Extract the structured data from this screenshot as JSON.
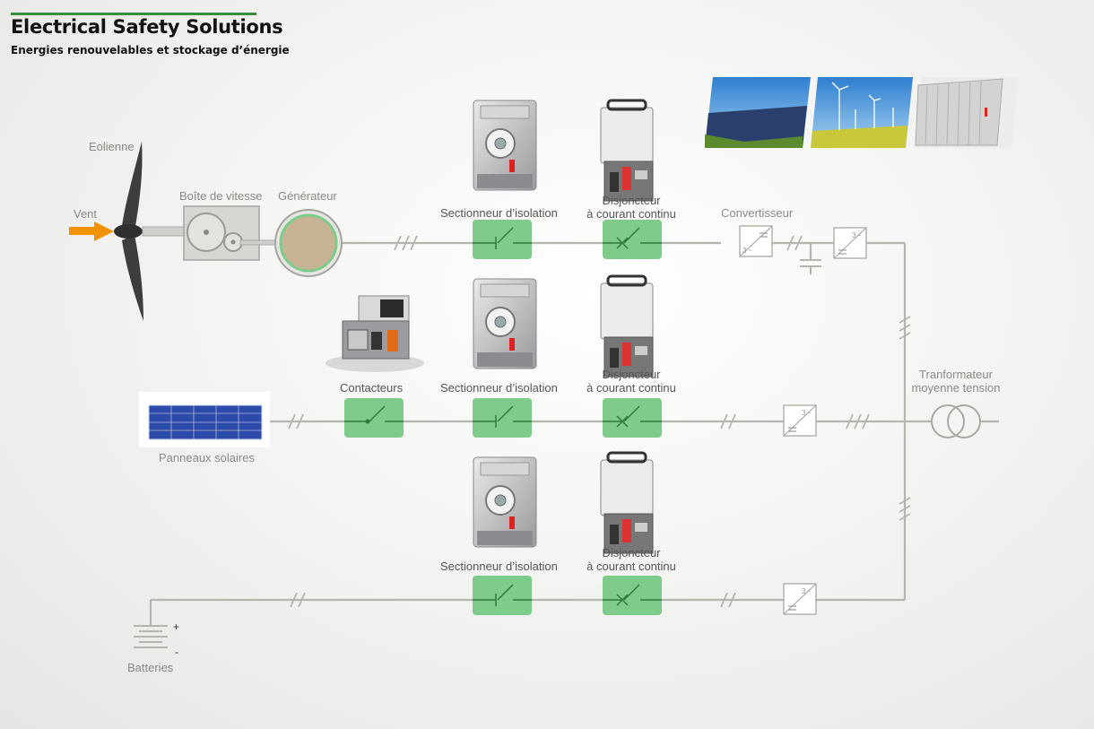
{
  "header": {
    "title": "Electrical Safety Solutions",
    "subtitle": "Energies renouvelables et stockage d’énergie"
  },
  "labels": {
    "eolienne": "Eolienne",
    "vent": "Vent",
    "boite_vitesse": "Boîte de vitesse",
    "generateur": "Générateur",
    "sectionneur": "Sectionneur d’isolation",
    "disjoncteur_1": "Disjoncteur",
    "disjoncteur_2": "à courant continu",
    "convertisseur": "Convertisseur",
    "contacteurs": "Contacteurs",
    "panneaux": "Panneaux solaires",
    "transfo_1": "Tranformateur",
    "transfo_2": "moyenne tension",
    "batteries": "Batteries",
    "plus": "+",
    "minus": "-",
    "conv_3": "3",
    "conv_tilde": "~"
  },
  "colors": {
    "accent_green": "#3a8d3a",
    "switch_fill": "#7fcb8a",
    "line": "#b5b5ad",
    "arrow": "#f39200"
  }
}
